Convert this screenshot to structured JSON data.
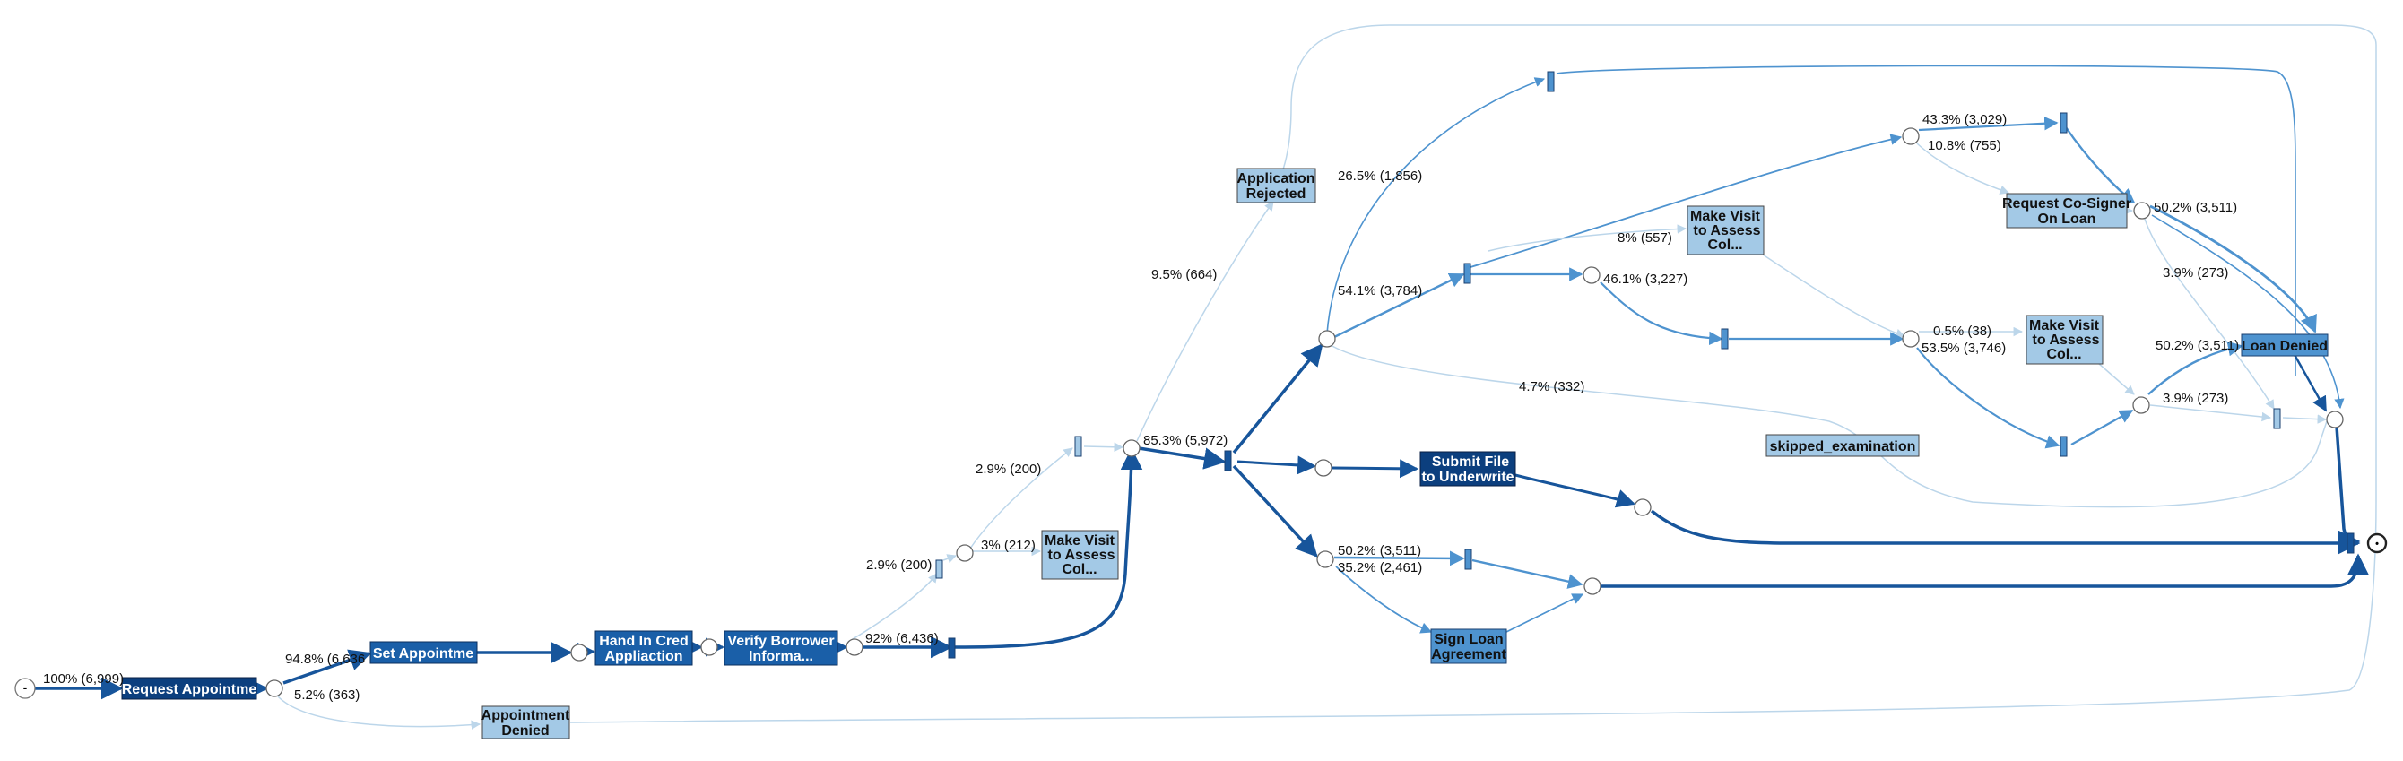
{
  "colors": {
    "dark": "#0c3f7e",
    "mid": "#1a5fa8",
    "blue": "#4e93cf",
    "light": "#a3c9e6",
    "pale": "#cfe2f1",
    "flow_heavy": "#17559b",
    "flow_mid": "#4e93cf",
    "flow_light": "#bcd6ea"
  },
  "activities": {
    "request_appointment": "Request Appointme",
    "appointment_denied": [
      "Appointment",
      "Denied"
    ],
    "set_appointment": "Set Appointme",
    "hand_in_credit": [
      "Hand In Cred",
      "Appliaction"
    ],
    "verify_borrower": [
      "Verify Borrower",
      "Informa..."
    ],
    "make_visit_1": [
      "Make Visit",
      "to Assess",
      "Col..."
    ],
    "application_rejected": [
      "Application",
      "Rejected"
    ],
    "make_visit_2": [
      "Make Visit",
      "to Assess",
      "Col..."
    ],
    "request_cosigner": [
      "Request Co-Signer",
      "On Loan"
    ],
    "make_visit_3": [
      "Make Visit",
      "to Assess",
      "Col..."
    ],
    "loan_denied": "Loan Denied",
    "skipped_examination": "skipped_examination",
    "submit_file": [
      "Submit File",
      "to Underwrite"
    ],
    "sign_loan": [
      "Sign Loan",
      "Agreement"
    ]
  },
  "start_symbol": "-",
  "end_symbol": "•",
  "edge_labels": {
    "start_request": "100% (6,999)",
    "set_appt": "94.8% (6,636",
    "appt_denied": "5.2% (363)",
    "verify_out": "92% (6,436)",
    "split_200a": "2.9% (200)",
    "split_200b": "2.9% (200)",
    "split_212": "3% (212)",
    "main_5972": "85.3% (5,972)",
    "rejected_664": "9.5% (664)",
    "top_1856": "26.5% (1,856)",
    "upper_3784": "54.1% (3,784)",
    "visit_557": "8% (557)",
    "visit_3227": "46.1% (3,227)",
    "cosign_3029": "43.3% (3,029)",
    "cosign_755": "10.8% (755)",
    "loan_3511a": "50.2% (3,511)",
    "pct_273a": "3.9% (273)",
    "pct_38": "0.5% (38)",
    "pct_3746": "53.5% (3,746)",
    "loan_3511b": "50.2% (3,511)",
    "pct_273b": "3.9% (273)",
    "skip_332": "4.7% (332)",
    "sign_3511": "50.2% (3,511)",
    "sign_2461": "35.2% (2,461)"
  }
}
